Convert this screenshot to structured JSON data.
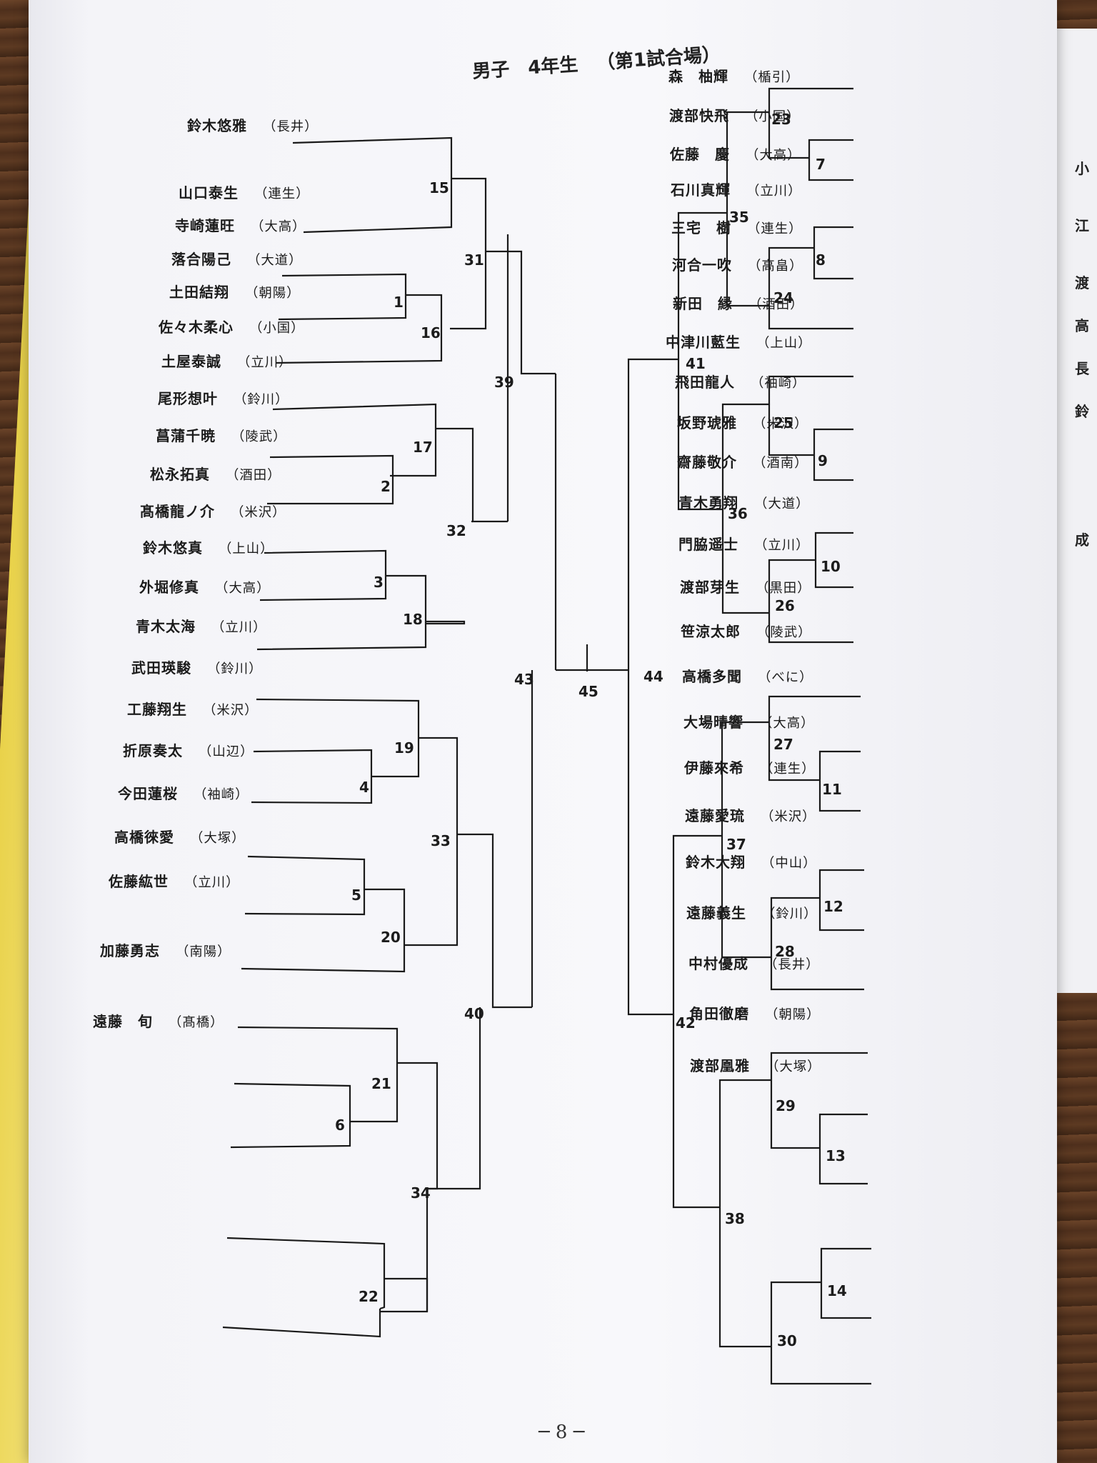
{
  "title": {
    "part1": "男子",
    "part2": "4年生",
    "part3": "（第1試合場）"
  },
  "page_number": "─ 8 ─",
  "left_players": [
    {
      "name": "鈴木悠雅",
      "club": "（長井）"
    },
    {
      "name": "山口泰生",
      "club": "（連生）"
    },
    {
      "name": "寺崎蓮旺",
      "club": "（大高）"
    },
    {
      "name": "落合陽己",
      "club": "（大道）"
    },
    {
      "name": "土田結翔",
      "club": "（朝陽）"
    },
    {
      "name": "佐々木柔心",
      "club": "（小国）"
    },
    {
      "name": "土屋泰誠",
      "club": "（立川）"
    },
    {
      "name": "尾形想叶",
      "club": "（鈴川）"
    },
    {
      "name": "菖蒲千暁",
      "club": "（陵武）"
    },
    {
      "name": "松永拓真",
      "club": "（酒田）"
    },
    {
      "name": "髙橋龍ノ介",
      "club": "（米沢）"
    },
    {
      "name": "鈴木悠真",
      "club": "（上山）"
    },
    {
      "name": "外堀修真",
      "club": "（大高）"
    },
    {
      "name": "青木太海",
      "club": "（立川）"
    },
    {
      "name": "武田瑛駿",
      "club": "（鈴川）"
    },
    {
      "name": "工藤翔生",
      "club": "（米沢）"
    },
    {
      "name": "折原奏太",
      "club": "（山辺）"
    },
    {
      "name": "今田蓮桜",
      "club": "（袖崎）"
    },
    {
      "name": "高橋徠愛",
      "club": "（大塚）"
    },
    {
      "name": "佐藤紘世",
      "club": "（立川）"
    },
    {
      "name": "加藤勇志",
      "club": "（南陽）"
    },
    {
      "name": "遠藤　旬",
      "club": "（髙橋）"
    }
  ],
  "right_players": [
    {
      "name": "森　柚輝",
      "club": "（楯引）"
    },
    {
      "name": "渡部快飛",
      "club": "（小国）"
    },
    {
      "name": "佐藤　慶",
      "club": "（大高）"
    },
    {
      "name": "石川真輝",
      "club": "（立川）"
    },
    {
      "name": "三宅　樹",
      "club": "（連生）"
    },
    {
      "name": "河合一吹",
      "club": "（高畠）"
    },
    {
      "name": "新田　縁",
      "club": "（酒田）"
    },
    {
      "name": "中津川藍生",
      "club": "（上山）"
    },
    {
      "name": "飛田龍人",
      "club": "（袖崎）"
    },
    {
      "name": "坂野琥雅",
      "club": "（米沢）"
    },
    {
      "name": "齋藤敬介",
      "club": "（酒南）"
    },
    {
      "name": "青木勇翔",
      "club": "（大道）"
    },
    {
      "name": "門脇遥士",
      "club": "（立川）"
    },
    {
      "name": "渡部芽生",
      "club": "（黒田）"
    },
    {
      "name": "笹涼太郎",
      "club": "（陵武）"
    },
    {
      "name": "高橋多聞",
      "club": "（べに）"
    },
    {
      "name": "大場晴響",
      "club": "（大高）"
    },
    {
      "name": "伊藤來希",
      "club": "（連生）"
    },
    {
      "name": "遠藤愛琉",
      "club": "（米沢）"
    },
    {
      "name": "鈴木大翔",
      "club": "（中山）"
    },
    {
      "name": "遠藤義生",
      "club": "（鈴川）"
    },
    {
      "name": "中村優成",
      "club": "（長井）"
    },
    {
      "name": "角田徹磨",
      "club": "（朝陽）"
    },
    {
      "name": "渡部凰雅",
      "club": "（大塚）"
    }
  ],
  "match_numbers": [
    "1",
    "2",
    "3",
    "4",
    "5",
    "6",
    "7",
    "8",
    "9",
    "10",
    "11",
    "12",
    "13",
    "14",
    "15",
    "16",
    "17",
    "18",
    "19",
    "20",
    "21",
    "22",
    "23",
    "24",
    "25",
    "26",
    "27",
    "28",
    "29",
    "30",
    "31",
    "32",
    "33",
    "34",
    "35",
    "36",
    "37",
    "38",
    "39",
    "40",
    "41",
    "42",
    "43",
    "44",
    "45"
  ],
  "side_fragments": [
    "小",
    "江",
    "渡",
    "高",
    "長",
    "鈴",
    "成"
  ]
}
